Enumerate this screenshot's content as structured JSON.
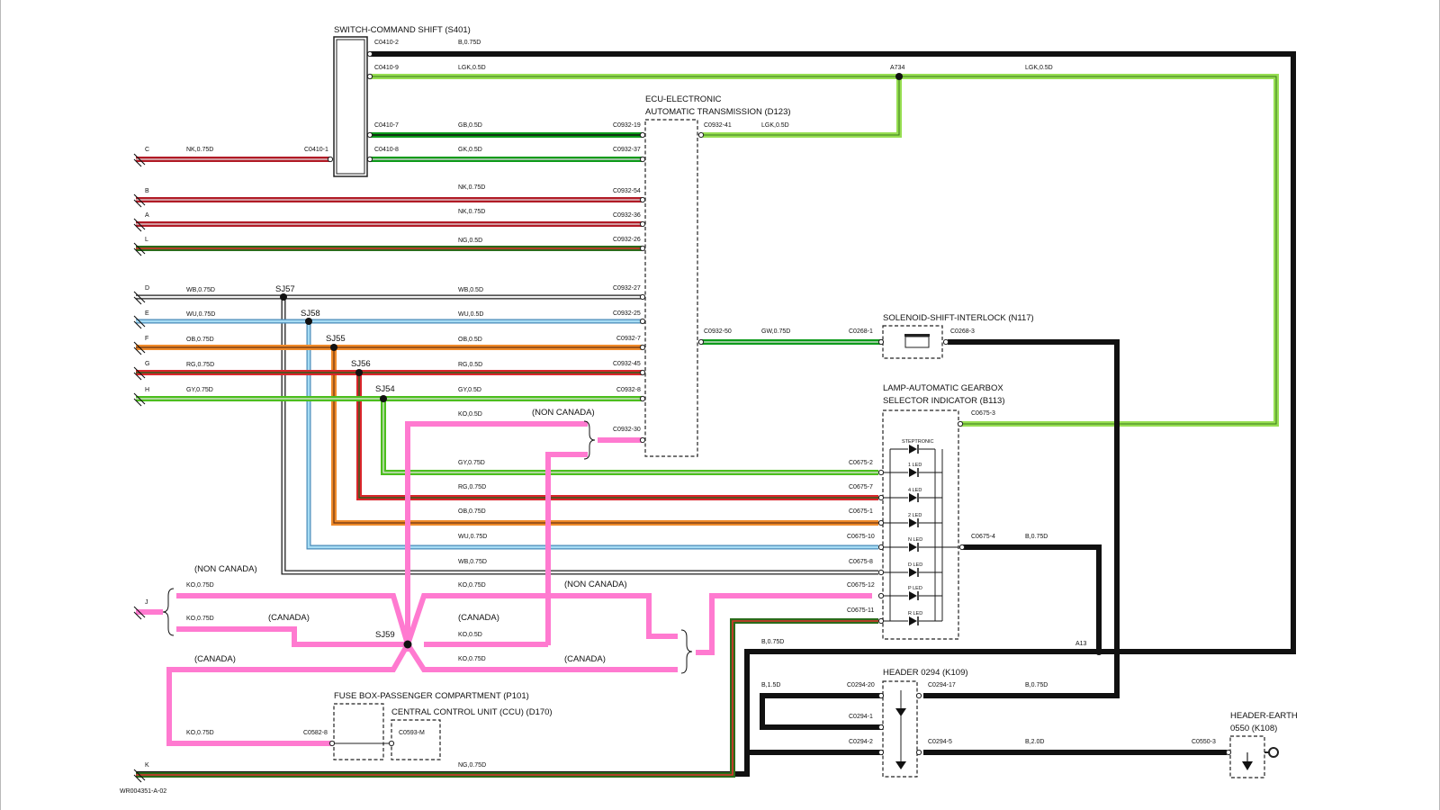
{
  "drawing_id": "WR004351-A-02",
  "colors": {
    "black": "#111111",
    "lightgreen": "#97de52",
    "green": "#0d9b1a",
    "darkgreen": "#2a6b1a",
    "red": "#d9262c",
    "brown": "#6b3410",
    "pink": "#ff7ad0",
    "orange": "#ef8a2a",
    "blue": "#6ec3ec",
    "white": "#e8e8e8",
    "grey": "#8a8a8a",
    "oliveinner": "#5b4a12"
  },
  "components": {
    "s401": "SWITCH-COMMAND SHIFT (S401)",
    "d123_l1": "ECU-ELECTRONIC",
    "d123_l2": "AUTOMATIC TRANSMISSION (D123)",
    "n117": "SOLENOID-SHIFT-INTERLOCK (N117)",
    "b113_l1": "LAMP-AUTOMATIC GEARBOX",
    "b113_l2": "SELECTOR INDICATOR (B113)",
    "k109": "HEADER 0294 (K109)",
    "k108_l1": "HEADER-EARTH",
    "k108_l2": "0550 (K108)",
    "p101": "FUSE BOX-PASSENGER COMPARTMENT (P101)",
    "d170": "CENTRAL CONTROL UNIT (CCU) (D170)"
  },
  "connectors": {
    "c0410_2": "C0410-2",
    "c0410_9": "C0410-9",
    "c0410_7": "C0410-7",
    "c0410_8": "C0410-8",
    "c0410_1": "C0410-1",
    "c0932_19": "C0932-19",
    "c0932_37": "C0932-37",
    "c0932_54": "C0932-54",
    "c0932_36": "C0932-36",
    "c0932_26": "C0932-26",
    "c0932_27": "C0932-27",
    "c0932_25": "C0932-25",
    "c0932_7": "C0932-7",
    "c0932_45": "C0932-45",
    "c0932_8": "C0932-8",
    "c0932_30": "C0932-30",
    "c0932_41": "C0932-41",
    "c0932_50": "C0932-50",
    "c0268_1": "C0268-1",
    "c0268_3": "C0268-3",
    "c0675_3": "C0675-3",
    "c0675_2": "C0675-2",
    "c0675_7": "C0675-7",
    "c0675_1": "C0675-1",
    "c0675_10": "C0675-10",
    "c0675_8": "C0675-8",
    "c0675_12": "C0675-12",
    "c0675_11": "C0675-11",
    "c0675_4": "C0675-4",
    "c0294_20": "C0294-20",
    "c0294_1": "C0294-1",
    "c0294_2": "C0294-2",
    "c0294_17": "C0294-17",
    "c0294_5": "C0294-5",
    "c0550_3": "C0550-3",
    "c0582_8": "C0582-8",
    "c0593_m": "C0593-M"
  },
  "wires": {
    "b075": "B,0.75D",
    "lgk05": "LGK,0.5D",
    "gb05": "GB,0.5D",
    "gk05": "GK,0.5D",
    "nk075": "NK,0.75D",
    "ng05": "NG,0.5D",
    "wb075": "WB,0.75D",
    "wb05": "WB,0.5D",
    "wu075": "WU,0.75D",
    "wu05": "WU,0.5D",
    "ob075": "OB,0.75D",
    "ob05": "OB,0.5D",
    "rg075": "RG,0.75D",
    "rg05": "RG,0.5D",
    "gy075": "GY,0.75D",
    "gy05": "GY,0.5D",
    "ko05": "KO,0.5D",
    "ko075": "KO,0.75D",
    "gw075": "GW,0.75D",
    "b15": "B,1.5D",
    "b20": "B,2.0D",
    "ng075": "NG,0.75D"
  },
  "splices": {
    "sj57": "SJ57",
    "sj58": "SJ58",
    "sj55": "SJ55",
    "sj56": "SJ56",
    "sj54": "SJ54",
    "sj59": "SJ59",
    "a734": "A734",
    "a13": "A13"
  },
  "leads": {
    "c": "C",
    "b": "B",
    "a": "A",
    "l": "L",
    "d": "D",
    "e": "E",
    "f": "F",
    "g": "G",
    "h": "H",
    "j": "J",
    "k": "K"
  },
  "variants": {
    "non_canada": "(NON CANADA)",
    "canada": "(CANADA)"
  },
  "leds": {
    "steptronic": "STEPTRONIC",
    "led1": "1 LED",
    "led4": "4 LED",
    "led2": "2 LED",
    "ledn": "N LED",
    "ledd": "D LED",
    "ledp": "P LED",
    "ledr": "R LED"
  }
}
